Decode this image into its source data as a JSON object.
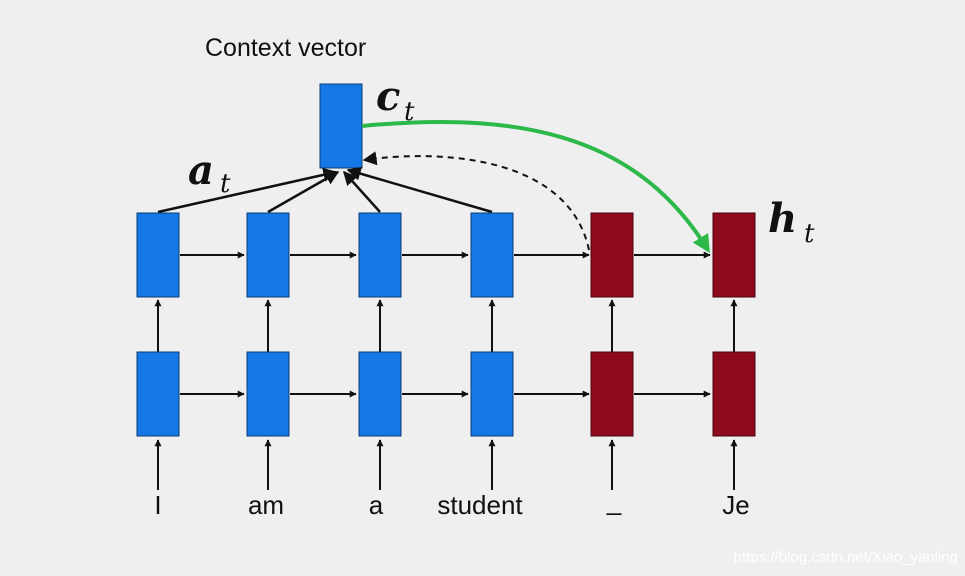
{
  "title": "Context vector",
  "context_symbol": {
    "main": "c",
    "sub": "t"
  },
  "attention_symbol": {
    "main": "a",
    "sub": "t"
  },
  "hidden_symbol": {
    "main": "h",
    "sub": "t"
  },
  "source_words": [
    "I",
    "am",
    "a",
    "student"
  ],
  "target_words": [
    "_",
    "Je"
  ],
  "watermark": "https://blog.csdn.net/Xiao_yanling",
  "colors": {
    "encoder": "#1677e6",
    "decoder": "#8c0a1c",
    "context_arrow": "#2db84a",
    "arrow": "#111111",
    "background": "#efefef"
  }
}
